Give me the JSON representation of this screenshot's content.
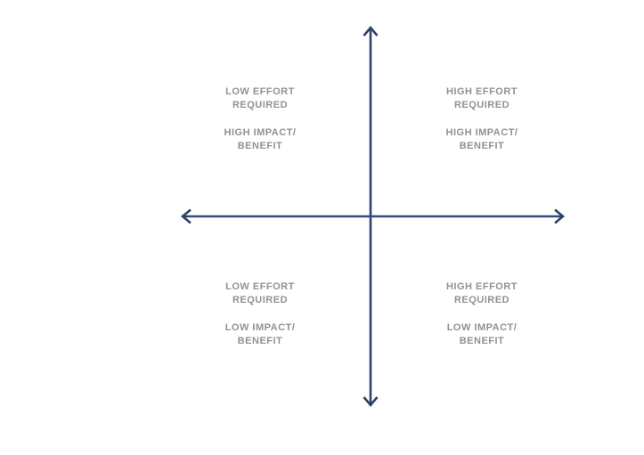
{
  "colors": {
    "background": "#ffffff",
    "axis": "#2d4269",
    "axis_core": "#3a5ca6",
    "text": "#939090"
  },
  "quadrants": [
    {
      "position": "top-left",
      "effort": "LOW EFFORT\nREQUIRED",
      "impact": "HIGH IMPACT/\nBENEFIT"
    },
    {
      "position": "top-right",
      "effort": "HIGH EFFORT\nREQUIRED",
      "impact": "HIGH IMPACT/\nBENEFIT"
    },
    {
      "position": "bottom-left",
      "effort": "LOW EFFORT\nREQUIRED",
      "impact": "LOW IMPACT/\nBENEFIT"
    },
    {
      "position": "bottom-right",
      "effort": "HIGH EFFORT\nREQUIRED",
      "impact": "LOW IMPACT/\nBENEFIT"
    }
  ]
}
